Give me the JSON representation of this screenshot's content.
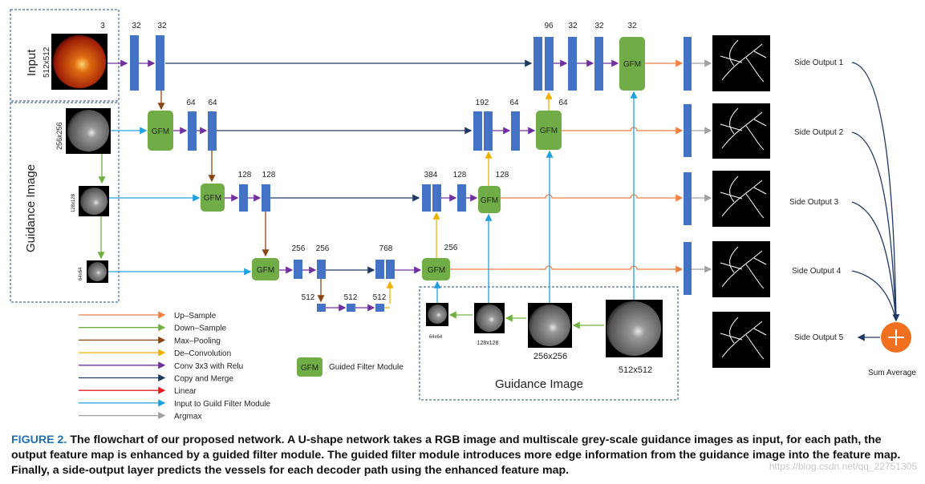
{
  "labels": {
    "input": "Input",
    "input_size": "512x512",
    "guidance_left": "Guidance Image",
    "guidance_bottom": "Guidance Image",
    "size_256": "256x256",
    "size_128": "128x128",
    "size_64": "64x64",
    "bottom_64": "64x64",
    "bottom_128": "128x128",
    "bottom_256": "256x256",
    "bottom_512": "512x512",
    "gfm": "GFM",
    "sum_average": "Sum Average"
  },
  "channels": {
    "c3": "3",
    "c32a": "32",
    "c32b": "32",
    "c64a": "64",
    "c64b": "64",
    "c128a": "128",
    "c128b": "128",
    "c256a": "256",
    "c256b": "256",
    "c512a": "512",
    "c512b": "512",
    "c512c": "512",
    "c768": "768",
    "c256c": "256",
    "c384": "384",
    "c128c": "128",
    "c128d": "128",
    "c192": "192",
    "c64c": "64",
    "c64d": "64",
    "c96": "96",
    "c32c": "32",
    "c32d": "32",
    "c32e": "32"
  },
  "side_outputs": [
    "Side Output 1",
    "Side Output 2",
    "Side Output 3",
    "Side Output 4",
    "Side Output 5"
  ],
  "legend": [
    {
      "label": "Up–Sample",
      "color": "#f08040"
    },
    {
      "label": "Down–Sample",
      "color": "#70b040"
    },
    {
      "label": "Max–Pooling",
      "color": "#8b4513"
    },
    {
      "label": "De–Convolution",
      "color": "#f0b000"
    },
    {
      "label": "Conv 3x3 with Relu",
      "color": "#7030a0"
    },
    {
      "label": "Copy and Merge",
      "color": "#203864"
    },
    {
      "label": "Linear",
      "color": "#e02020"
    },
    {
      "label": "Input to Guild Filter Module",
      "color": "#20a0e0"
    },
    {
      "label": "Argmax",
      "color": "#a0a0a0"
    }
  ],
  "gfm_legend": "Guided Filter Module",
  "colors": {
    "block": "#4472c4",
    "gfm": "#70ad47",
    "plus": "#f07020"
  },
  "caption": {
    "fig": "FIGURE 2.",
    "text": " The flowchart of our proposed network. A U-shape network takes a RGB image and multiscale grey-scale guidance images as input, for each path, the output feature map is enhanced by a guided filter module. The guided filter module introduces more edge information from the guidance image into the feature map. Finally, a side-output layer predicts the vessels for each decoder path using the enhanced feature map."
  },
  "watermark": "https://blog.csdn.net/qq_22751305"
}
